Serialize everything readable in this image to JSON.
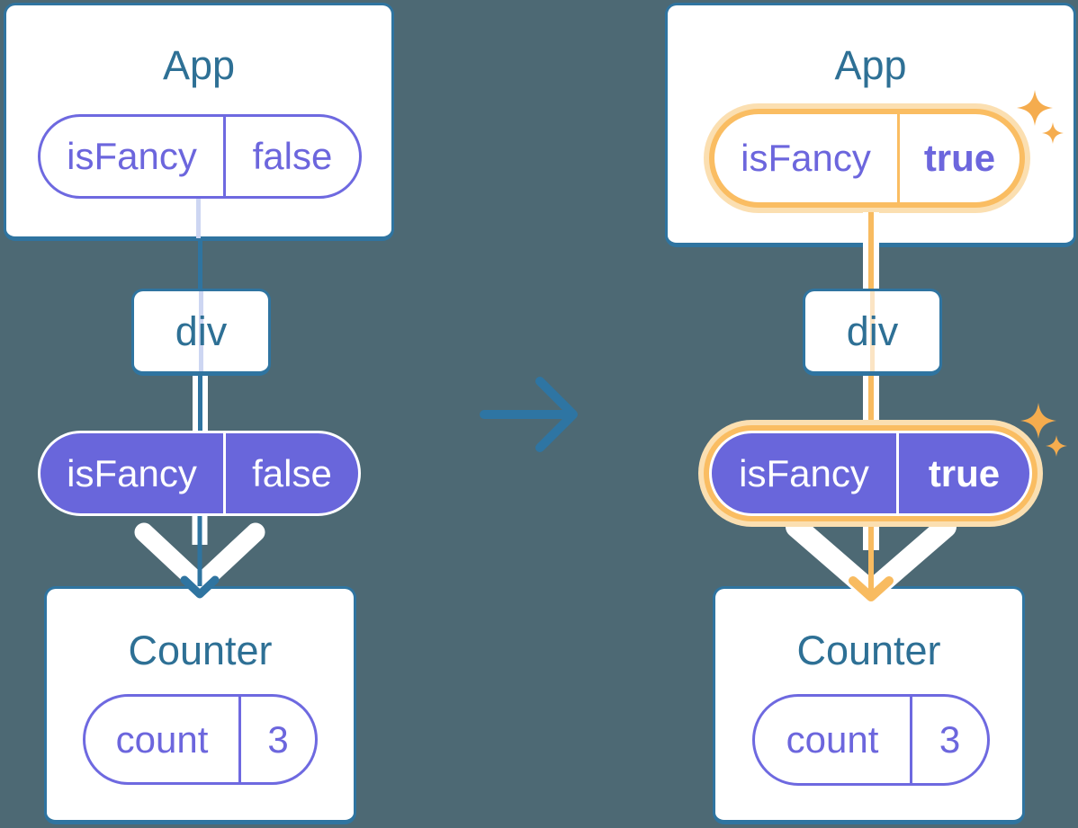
{
  "colors": {
    "background": "#4D6974",
    "card_background": "#FFFFFF",
    "card_border_blue": "#2F74A0",
    "component_title_blue": "#2E7095",
    "pill_purple_fill": "#6966DB",
    "pill_purple_border": "#6E69E0",
    "pill_purple_text": "#6C66DD",
    "pass_through_lavender": "#CDD6F2",
    "pass_through_pale_orange": "#FBE4C4",
    "highlight_orange": "#FABD62",
    "highlight_orange_halo": "#FBDFB1",
    "arrow_orange": "#F8BB60",
    "sparkle_orange": "#F5AC4E",
    "transition_arrow_blue": "#2E75A3"
  },
  "icons": {
    "sparkles": "four-point-stars",
    "transition": "right-arrow",
    "flow_arrowhead": "down-chevron"
  },
  "left_tree": {
    "app_title": "App",
    "app_prop_name": "isFancy",
    "app_prop_value": "false",
    "div_label": "div",
    "passed_prop_name": "isFancy",
    "passed_prop_value": "false",
    "counter_title": "Counter",
    "state_name": "count",
    "state_value": "3"
  },
  "right_tree": {
    "app_title": "App",
    "app_prop_name": "isFancy",
    "app_prop_value": "true",
    "div_label": "div",
    "passed_prop_name": "isFancy",
    "passed_prop_value": "true",
    "counter_title": "Counter",
    "state_name": "count",
    "state_value": "3"
  }
}
